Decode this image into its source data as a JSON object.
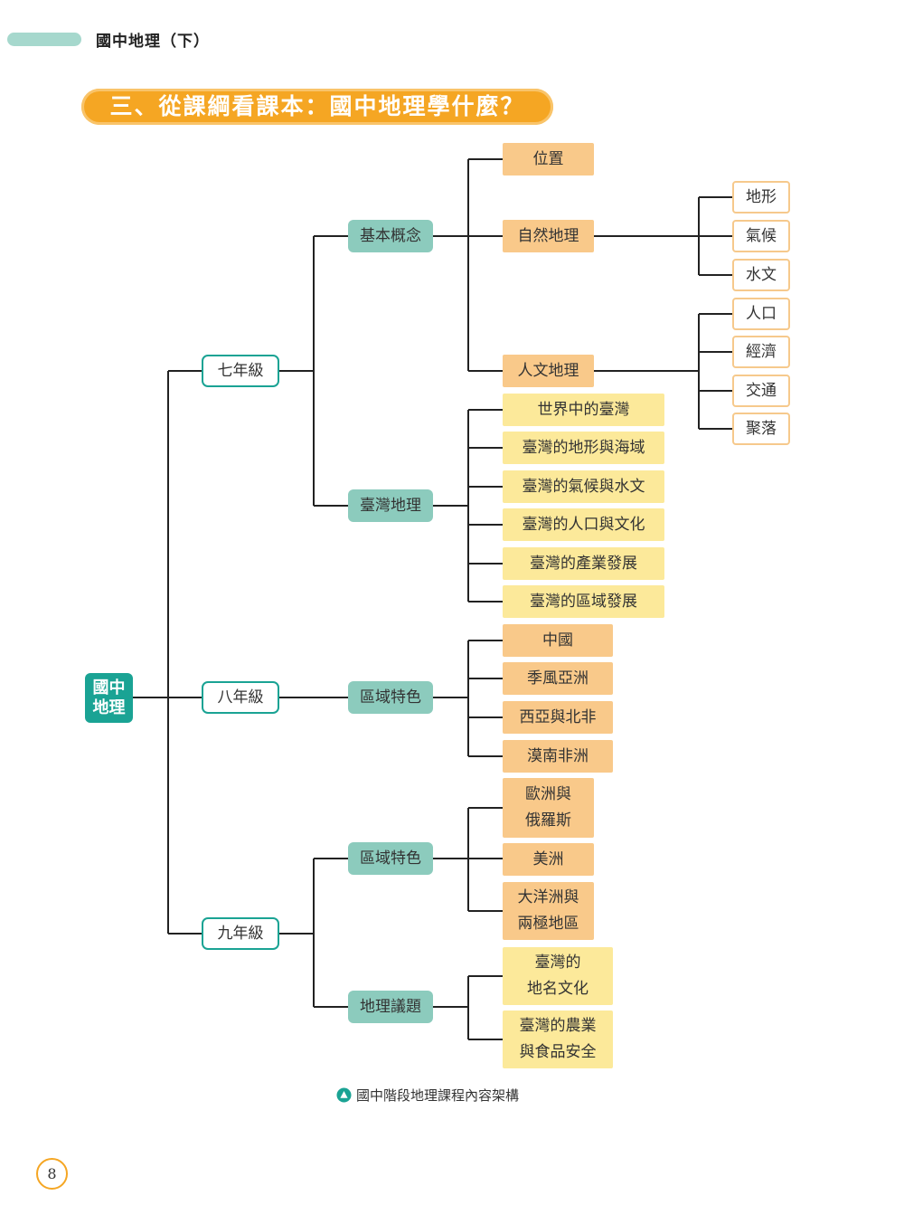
{
  "header": {
    "title": "國中地理（下）"
  },
  "banner": {
    "title": "三、從課綱看課本：國中地理學什麼？"
  },
  "tree": {
    "root": "國中\n地理",
    "grade7": {
      "label": "七年級",
      "basic": {
        "label": "基本概念",
        "position": "位置",
        "physical": {
          "label": "自然地理",
          "items": [
            "地形",
            "氣候",
            "水文"
          ]
        },
        "human": {
          "label": "人文地理",
          "items": [
            "人口",
            "經濟",
            "交通",
            "聚落"
          ]
        }
      },
      "taiwan": {
        "label": "臺灣地理",
        "items": [
          "世界中的臺灣",
          "臺灣的地形與海域",
          "臺灣的氣候與水文",
          "臺灣的人口與文化",
          "臺灣的產業發展",
          "臺灣的區域發展"
        ]
      }
    },
    "grade8": {
      "label": "八年級",
      "regional": {
        "label": "區域特色",
        "items": [
          "中國",
          "季風亞洲",
          "西亞與北非",
          "漠南非洲"
        ]
      }
    },
    "grade9": {
      "label": "九年級",
      "regional": {
        "label": "區域特色",
        "items": [
          "歐洲與\n俄羅斯",
          "美洲",
          "大洋洲與\n兩極地區"
        ]
      },
      "issues": {
        "label": "地理議題",
        "items": [
          "臺灣的\n地名文化",
          "臺灣的農業\n與食品安全"
        ]
      }
    }
  },
  "caption": "國中階段地理課程內容架構",
  "page_number": "8",
  "colors": {
    "teal": "#1aa394",
    "topic": "#8ccbbd",
    "orange": "#f9c98a",
    "yellow": "#fce99a",
    "banner": "#f5a623"
  }
}
